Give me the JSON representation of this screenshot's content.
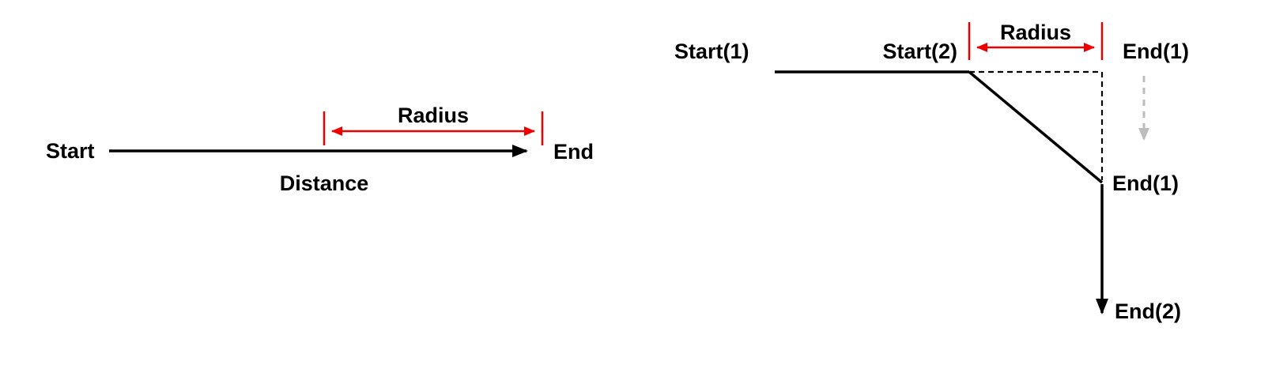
{
  "colors": {
    "line": "#000000",
    "accent_red": "#ee0000",
    "muted_gray": "#bcbcbc"
  },
  "left_diagram": {
    "start_label": "Start",
    "end_label": "End",
    "radius_label": "Radius",
    "distance_label": "Distance"
  },
  "right_diagram": {
    "start1_label": "Start(1)",
    "start2_label": "Start(2)",
    "radius_label": "Radius",
    "end1_ghost_label": "End(1)",
    "end1_label": "End(1)",
    "end2_label": "End(2)"
  }
}
